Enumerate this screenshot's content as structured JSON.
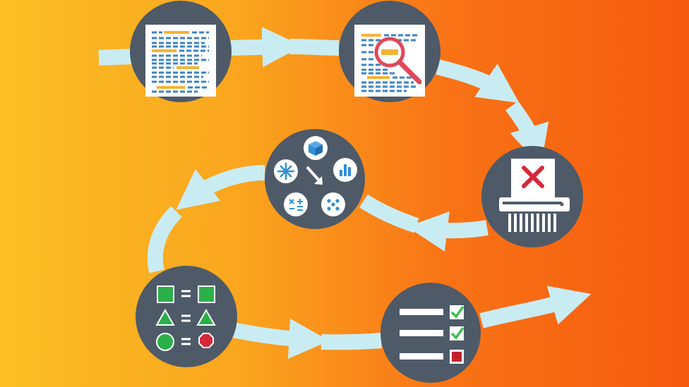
{
  "colors": {
    "background_left": "#FBBF24",
    "background_right": "#F55A0E",
    "arrow": "#C9ECF3",
    "circle": "#4E5A68",
    "document": "#FFFFFF",
    "text_line": "#3B82C4",
    "highlight": "#F5B335",
    "magnifier": "#E0485A",
    "reject_mark": "#D4283C",
    "icon_blue": "#2F8FD8",
    "shape_green": "#2BB04A",
    "shape_red": "#D4283C",
    "check_green": "#3DBE4E"
  },
  "steps": [
    {
      "id": "document",
      "icon": "document-icon"
    },
    {
      "id": "search",
      "icon": "magnifier-document-icon"
    },
    {
      "id": "shred",
      "icon": "shredder-icon"
    },
    {
      "id": "analyze",
      "icon": "analysis-icons"
    },
    {
      "id": "compare",
      "icon": "shape-comparison-icon"
    },
    {
      "id": "checklist",
      "icon": "checklist-icon"
    }
  ]
}
